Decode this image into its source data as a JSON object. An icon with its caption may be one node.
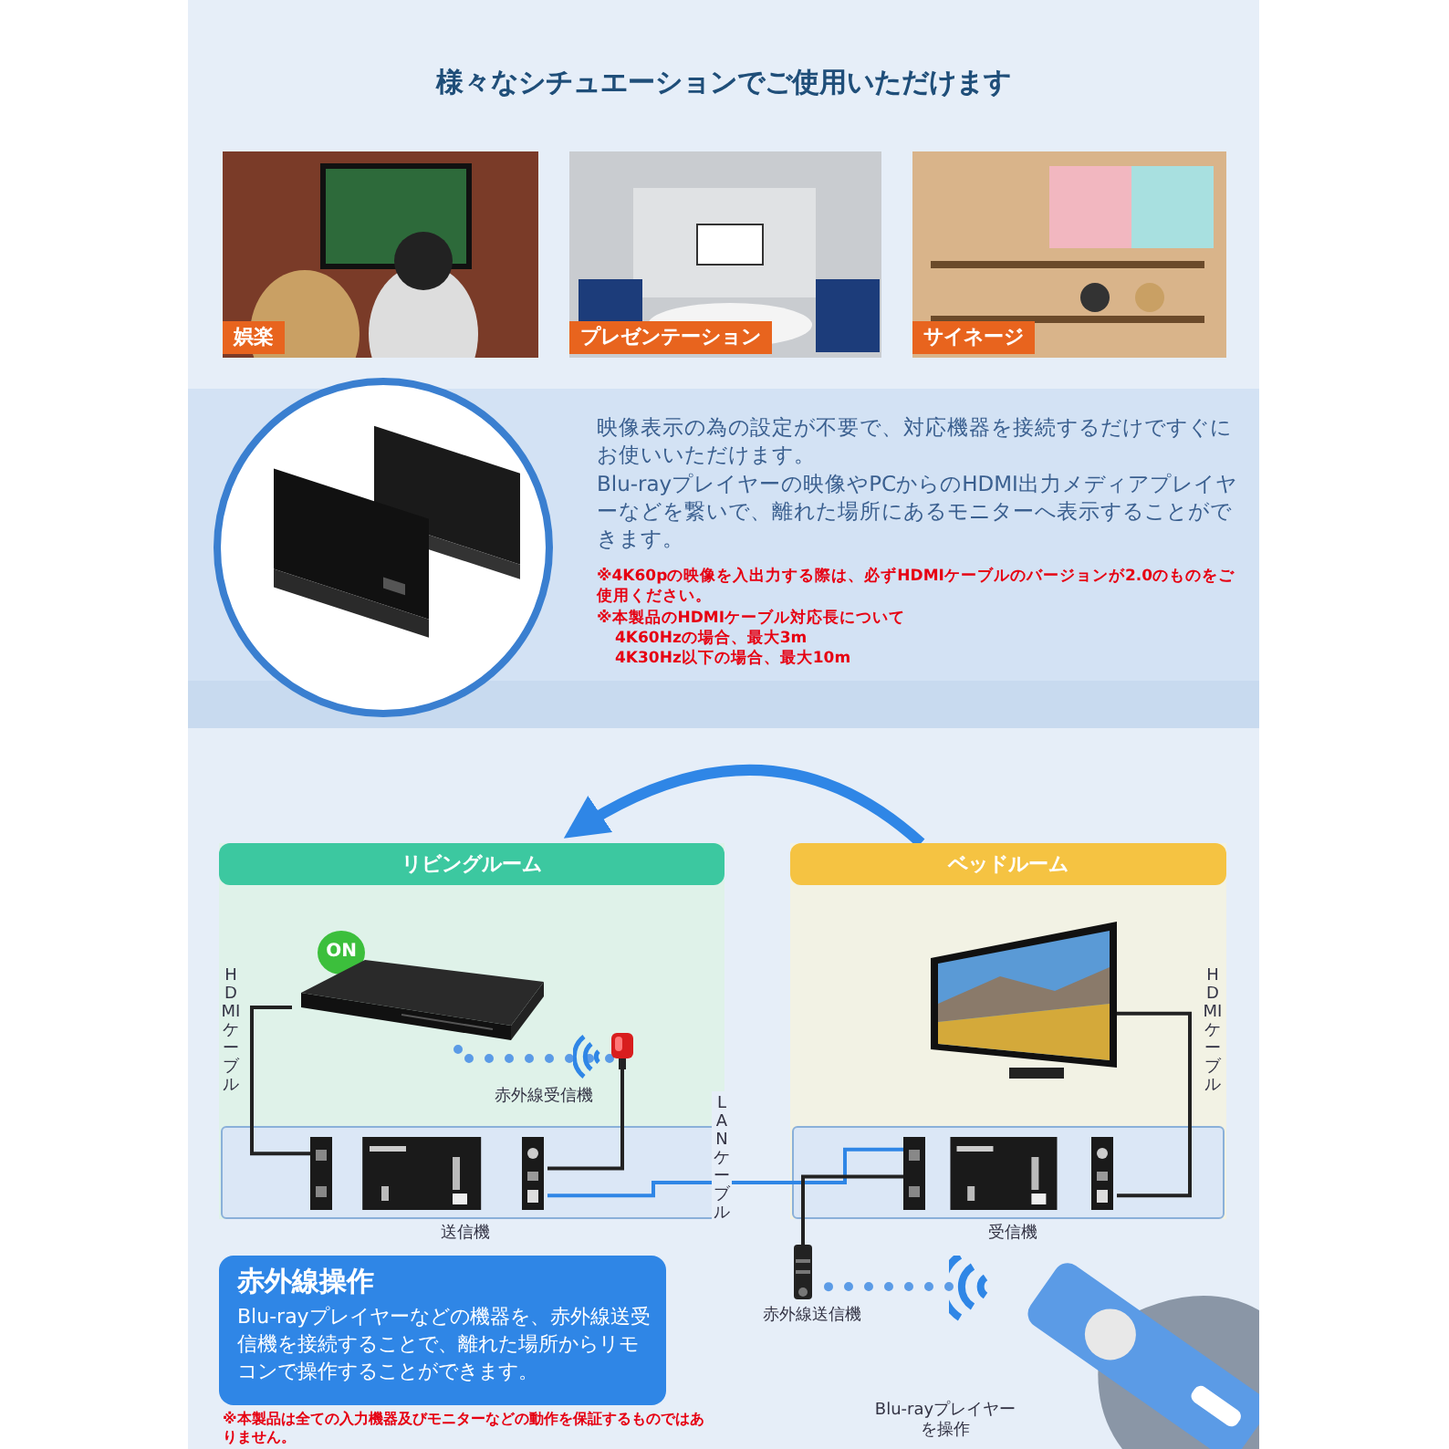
{
  "diagram": {
    "title": "様々なシチュエーションでご使用いただけます",
    "nodes": [
      {
        "text": [
          "娯楽"
        ]
      },
      {
        "text": [
          "プレゼンテーション"
        ]
      },
      {
        "text": [
          "サイネージ"
        ]
      },
      {
        "text": [
          "リビングルーム"
        ]
      },
      {
        "text": [
          "ON"
        ],
        "in": 3
      },
      {
        "text": [],
        "shape": "picture",
        "in": 3
      },
      {
        "text": [],
        "shape": "picture",
        "in": 3,
        "beside": [
          "赤外線受信機"
        ]
      },
      {
        "text": [],
        "shape": "picture",
        "in": 3,
        "beside": [
          "送信機"
        ]
      },
      {
        "text": [
          "ベッドルーム"
        ]
      },
      {
        "text": [],
        "shape": "picture",
        "in": 8
      },
      {
        "text": [],
        "shape": "picture",
        "in": 8,
        "beside": [
          "受信機"
        ]
      },
      {
        "text": [],
        "shape": "picture",
        "beside": [
          "赤外線送信機"
        ]
      },
      {
        "text": [],
        "shape": "picture",
        "beside": [
          "Blu-rayプレイヤーを操作"
        ]
      },
      {
        "text": [
          "赤外線操作",
          "Blu-rayプレイヤーなどの機器を、赤外線送受信機を接続することで、離れた場所からリモコンで操作することができます。"
        ]
      }
    ],
    "edges": [
      {
        "from": 5,
        "to": 7,
        "arrow": "none",
        "label": "HDMIケーブル"
      },
      {
        "from": 6,
        "to": 7,
        "arrow": "none"
      },
      {
        "from": 7,
        "to": 10,
        "arrow": "none",
        "label": "LANケーブル",
        "color": "#2f86e6"
      },
      {
        "from": 10,
        "to": 9,
        "arrow": "none",
        "label": "HDMIケーブル"
      },
      {
        "from": 10,
        "to": 11,
        "arrow": "none"
      },
      {
        "from": 8,
        "to": 3,
        "arrow": "to",
        "style": "thick",
        "color": "#2f86e6"
      },
      {
        "from": 12,
        "to": 11,
        "arrow": "none",
        "style": "dashed",
        "color": "#5b9be6"
      },
      {
        "from": 6,
        "to": 5,
        "arrow": "none",
        "style": "dashed",
        "color": "#5b9be6"
      }
    ],
    "labels": [
      "映像表示の為の設定が不要で、対応機器を接続するだけですぐにお使いいただけます。",
      "Blu-rayプレイヤーの映像やPCからのHDMI出力メディアプレイヤーなどを繋いで、離れた場所にあるモニターへ表示することができます。",
      "※4K60pの映像を入出力する際は、必ずHDMIケーブルのバージョンが2.0のものをご使用ください。",
      "※本製品のHDMIケーブル対応長について",
      "4K60Hzの場合、最大3m",
      "4K30Hz以下の場合、最大10m",
      "※本製品は全ての入力機器及びモニターなどの動作を保証するものではありません。"
    ]
  }
}
